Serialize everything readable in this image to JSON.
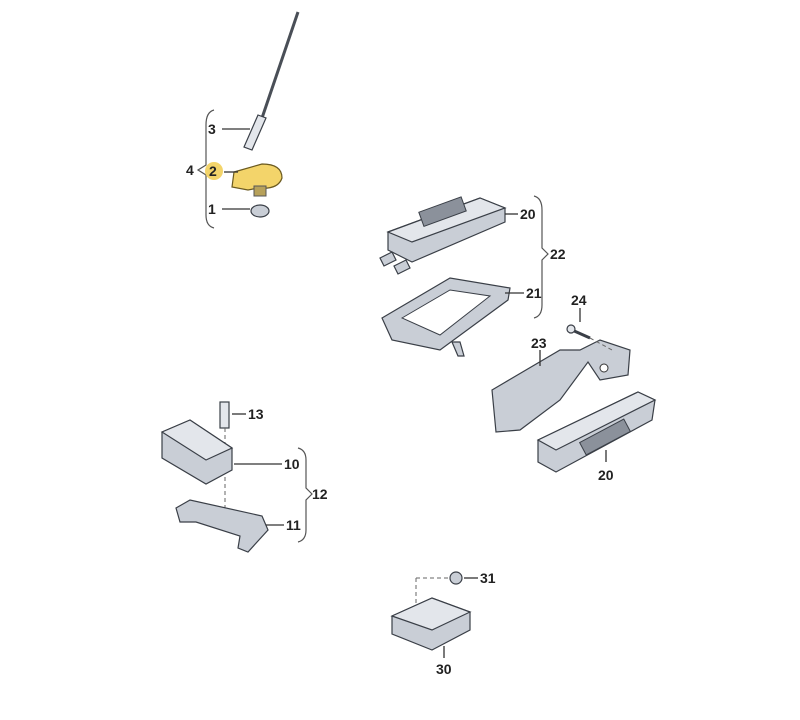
{
  "diagram": {
    "highlight_color": "#f3d46a",
    "callouts": {
      "c1": "1",
      "c2": "2",
      "c3": "3",
      "c4": "4",
      "c10": "10",
      "c11": "11",
      "c12": "12",
      "c13": "13",
      "c20a": "20",
      "c20b": "20",
      "c21": "21",
      "c22": "22",
      "c23": "23",
      "c24": "24",
      "c30": "30",
      "c31": "31"
    }
  }
}
